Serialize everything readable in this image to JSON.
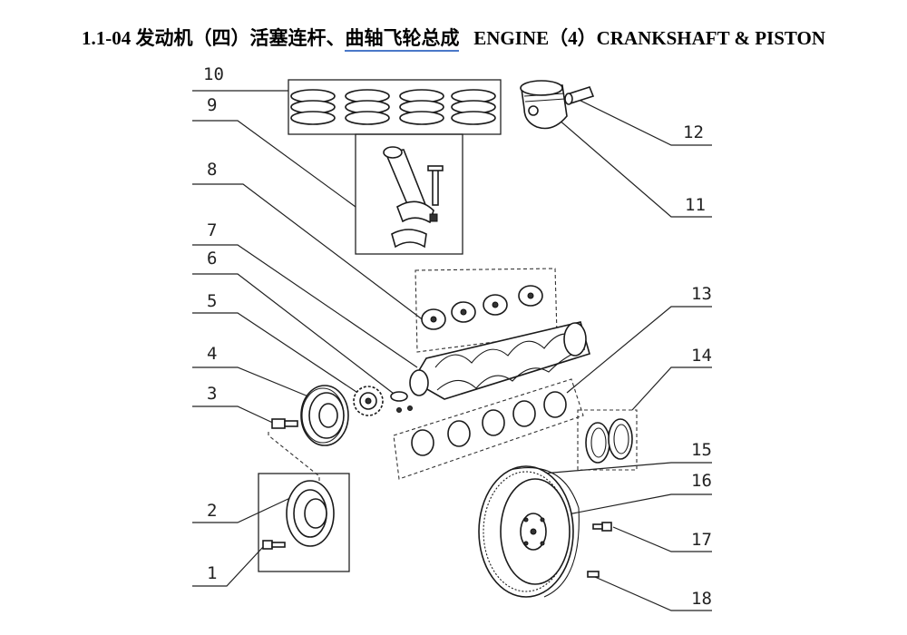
{
  "title": {
    "code": "1.1-04",
    "cn_prefix": "发动机（四）活塞连杆、",
    "cn_underlined": "曲轴飞轮总成",
    "en": "ENGINE（4）CRANKSHAFT & PISTON"
  },
  "callouts": [
    "10",
    "9",
    "8",
    "7",
    "6",
    "5",
    "4",
    "3",
    "2",
    "1",
    "12",
    "11",
    "13",
    "14",
    "15",
    "16",
    "17",
    "18"
  ]
}
